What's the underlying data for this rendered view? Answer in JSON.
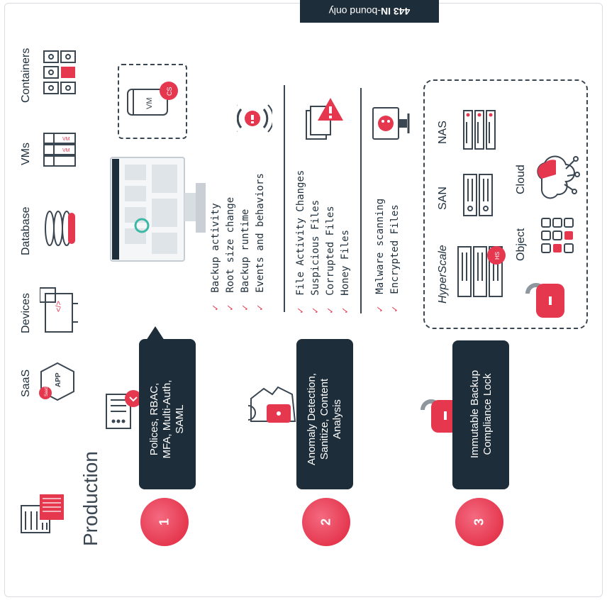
{
  "banner": {
    "text_bold": "443 IN",
    "text_rest": "-bound only"
  },
  "production": {
    "label": "Production"
  },
  "sources": [
    {
      "label": "Containers",
      "icon": "containers-icon"
    },
    {
      "label": "VMs",
      "icon": "vm-stack-icon"
    },
    {
      "label": "Database",
      "icon": "database-icon"
    },
    {
      "label": "Devices",
      "icon": "devices-icon"
    },
    {
      "label": "SaaS",
      "icon": "saas-app-icon"
    }
  ],
  "vm_badge": {
    "vm": "VM",
    "cs": "CS"
  },
  "saas_badge": {
    "app": "APP",
    "saas": "SaaS"
  },
  "steps": [
    {
      "number": "1",
      "lines": [
        "Polices, RBAC,",
        "MFA, Multi-Auth,",
        "SAML"
      ]
    },
    {
      "number": "2",
      "lines": [
        "Anomaly Detection,",
        "Sanitize, Content",
        "Analysis"
      ]
    },
    {
      "number": "3",
      "lines": [
        "Immutable Backup",
        "Compliance Lock"
      ]
    }
  ],
  "check_mark": "✓",
  "monitor_list": [
    "Backup activity",
    "Root size change",
    "Backup runtime",
    "Events and behaviors"
  ],
  "file_list": [
    "File Activity Changes",
    "Suspicious Files",
    "Corrupted Files",
    "Honey Files"
  ],
  "malware_list": [
    "Malware scanning",
    "Encrypted Files"
  ],
  "storage": {
    "nas": "NAS",
    "san": "SAN",
    "hyperscale": "HyperScale",
    "hs_badge": "HS",
    "object": "Object",
    "cloud": "Cloud"
  },
  "colors": {
    "navy": "#1d2d3a",
    "accent": "#e5384f"
  }
}
